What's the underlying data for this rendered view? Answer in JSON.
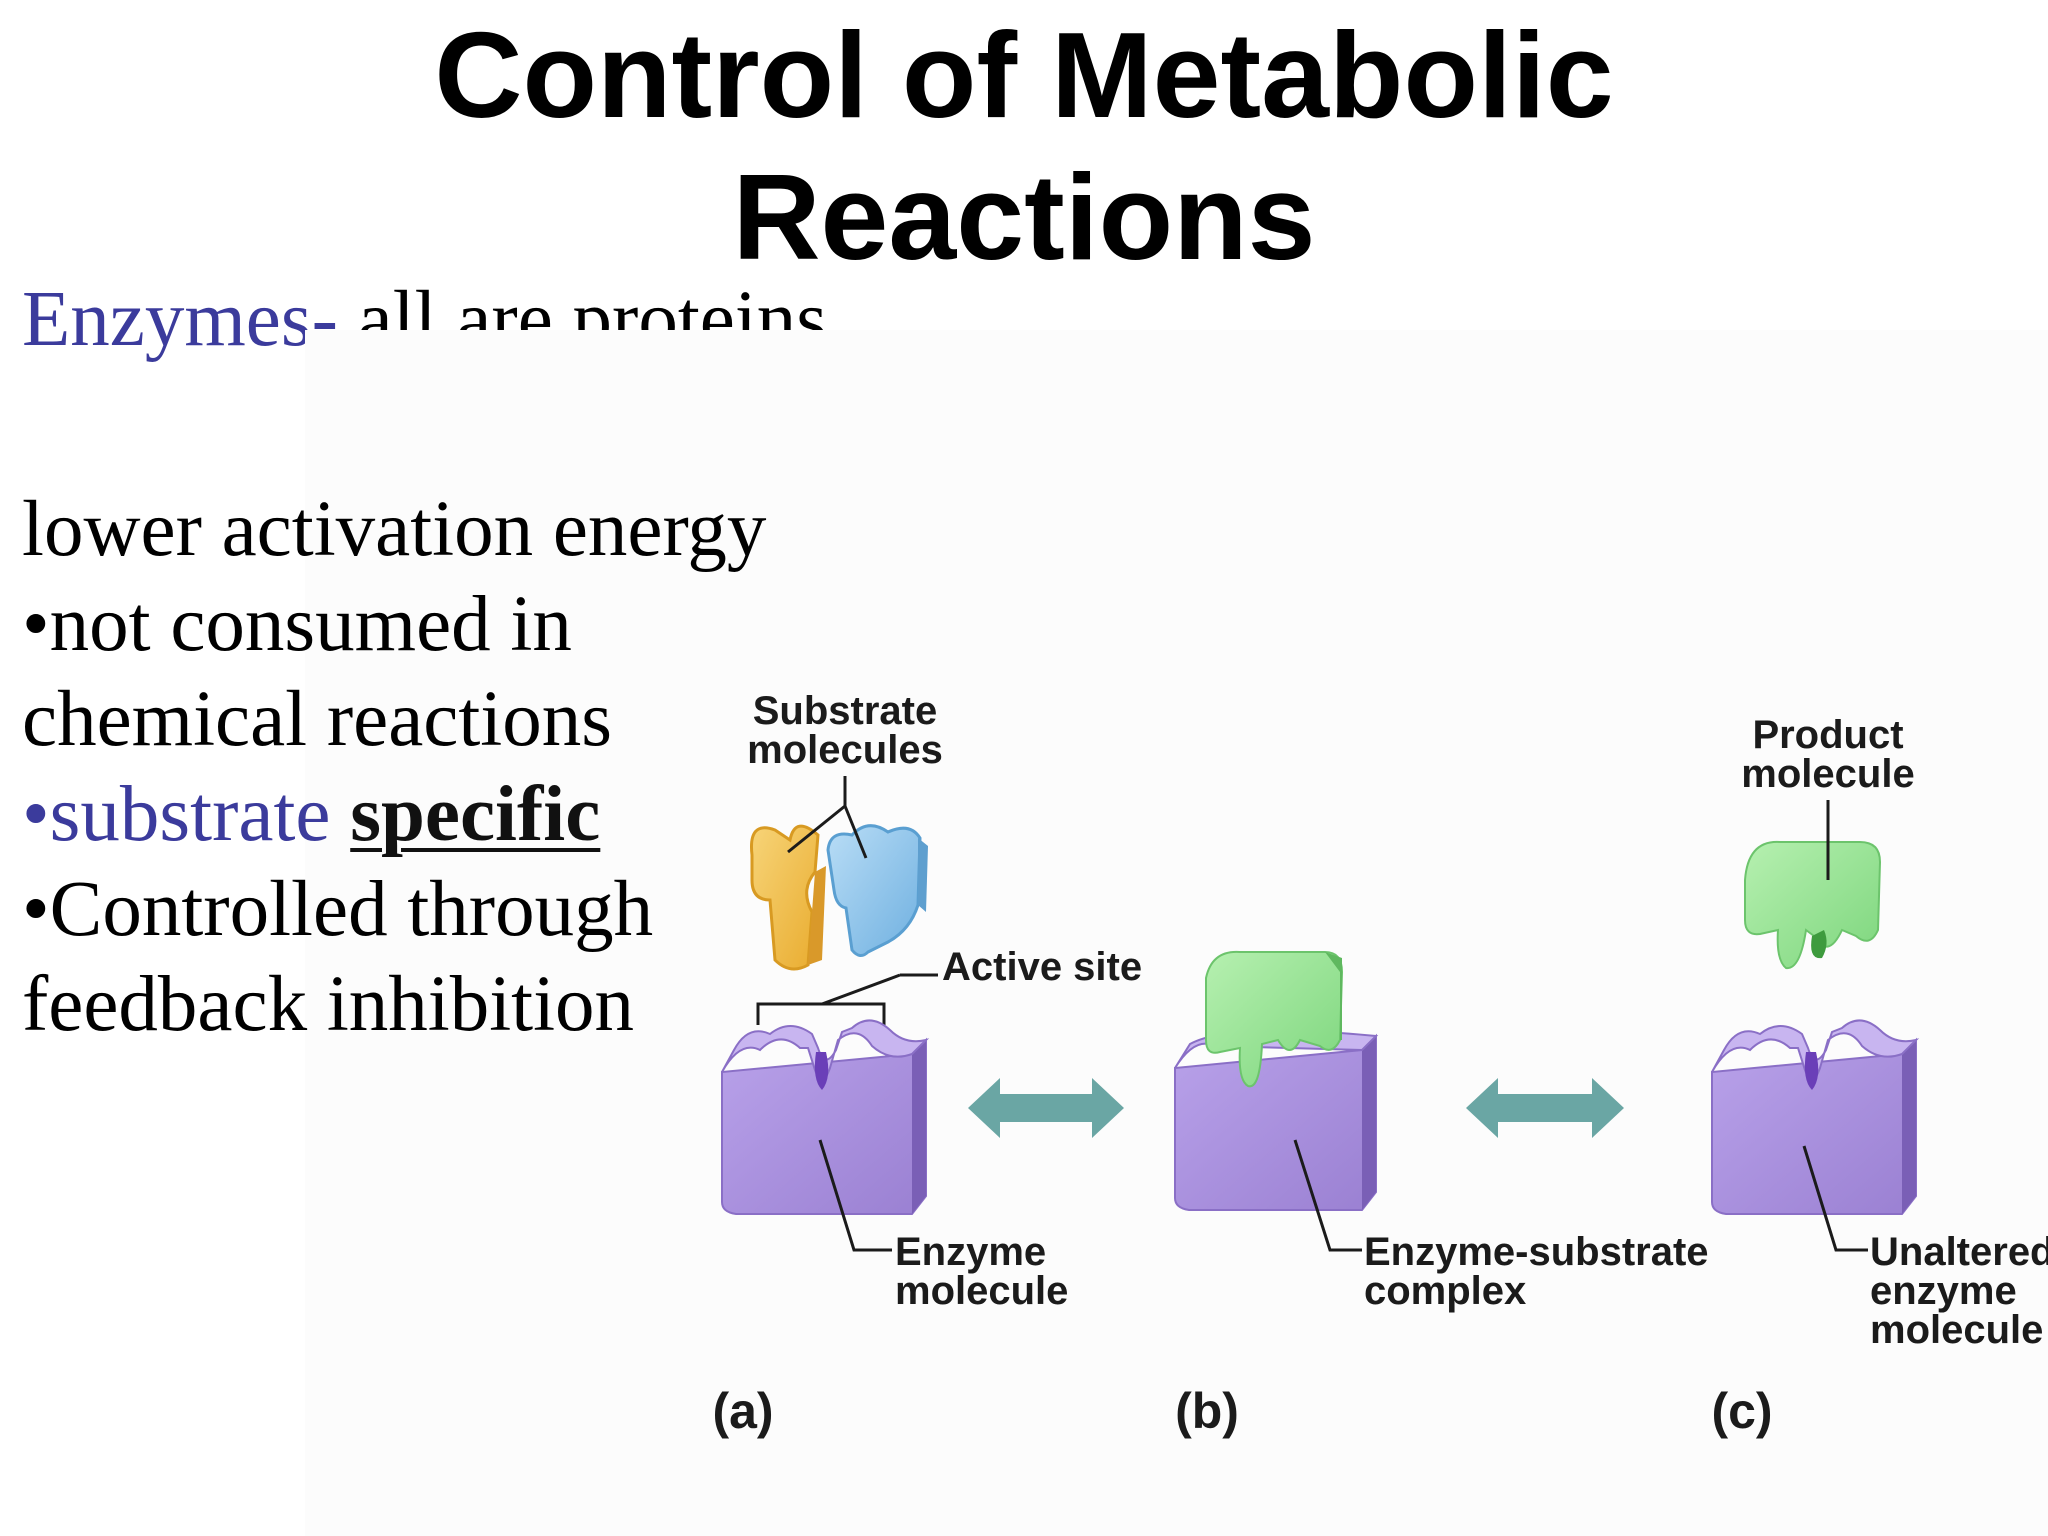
{
  "title": {
    "line1": "Control of Metabolic",
    "line2": "Reactions"
  },
  "body": {
    "enzymes_term": "Enzymes-",
    "enzymes_desc": " all are proteins",
    "line_activation": "lower activation energy",
    "bullet_consumed_1": "•not consumed in",
    "bullet_consumed_2": "chemical reactions",
    "bullet_substrate": "•substrate ",
    "specific": "specific",
    "bullet_controlled_1": "•Controlled through",
    "bullet_controlled_2": "feedback inhibition"
  },
  "diagram": {
    "labels": {
      "substrate_1": "Substrate",
      "substrate_2": "molecules",
      "active_site": "Active site",
      "enzyme_1": "Enzyme",
      "enzyme_2": "molecule",
      "complex_1": "Enzyme-substrate",
      "complex_2": "complex",
      "product_1": "Product",
      "product_2": "molecule",
      "unaltered_1": "Unaltered",
      "unaltered_2": "enzyme",
      "unaltered_3": "molecule"
    },
    "panels": {
      "a": "(a)",
      "b": "(b)",
      "c": "(c)"
    },
    "colors": {
      "enzyme": "#a88fdc",
      "enzyme_dark": "#7d64b8",
      "substrate_yellow": "#f2c14e",
      "substrate_blue": "#8ec3ea",
      "product_green": "#8fe08f",
      "arrow_teal": "#6aa6a4",
      "accent_blue": "#3b3b9c"
    }
  }
}
